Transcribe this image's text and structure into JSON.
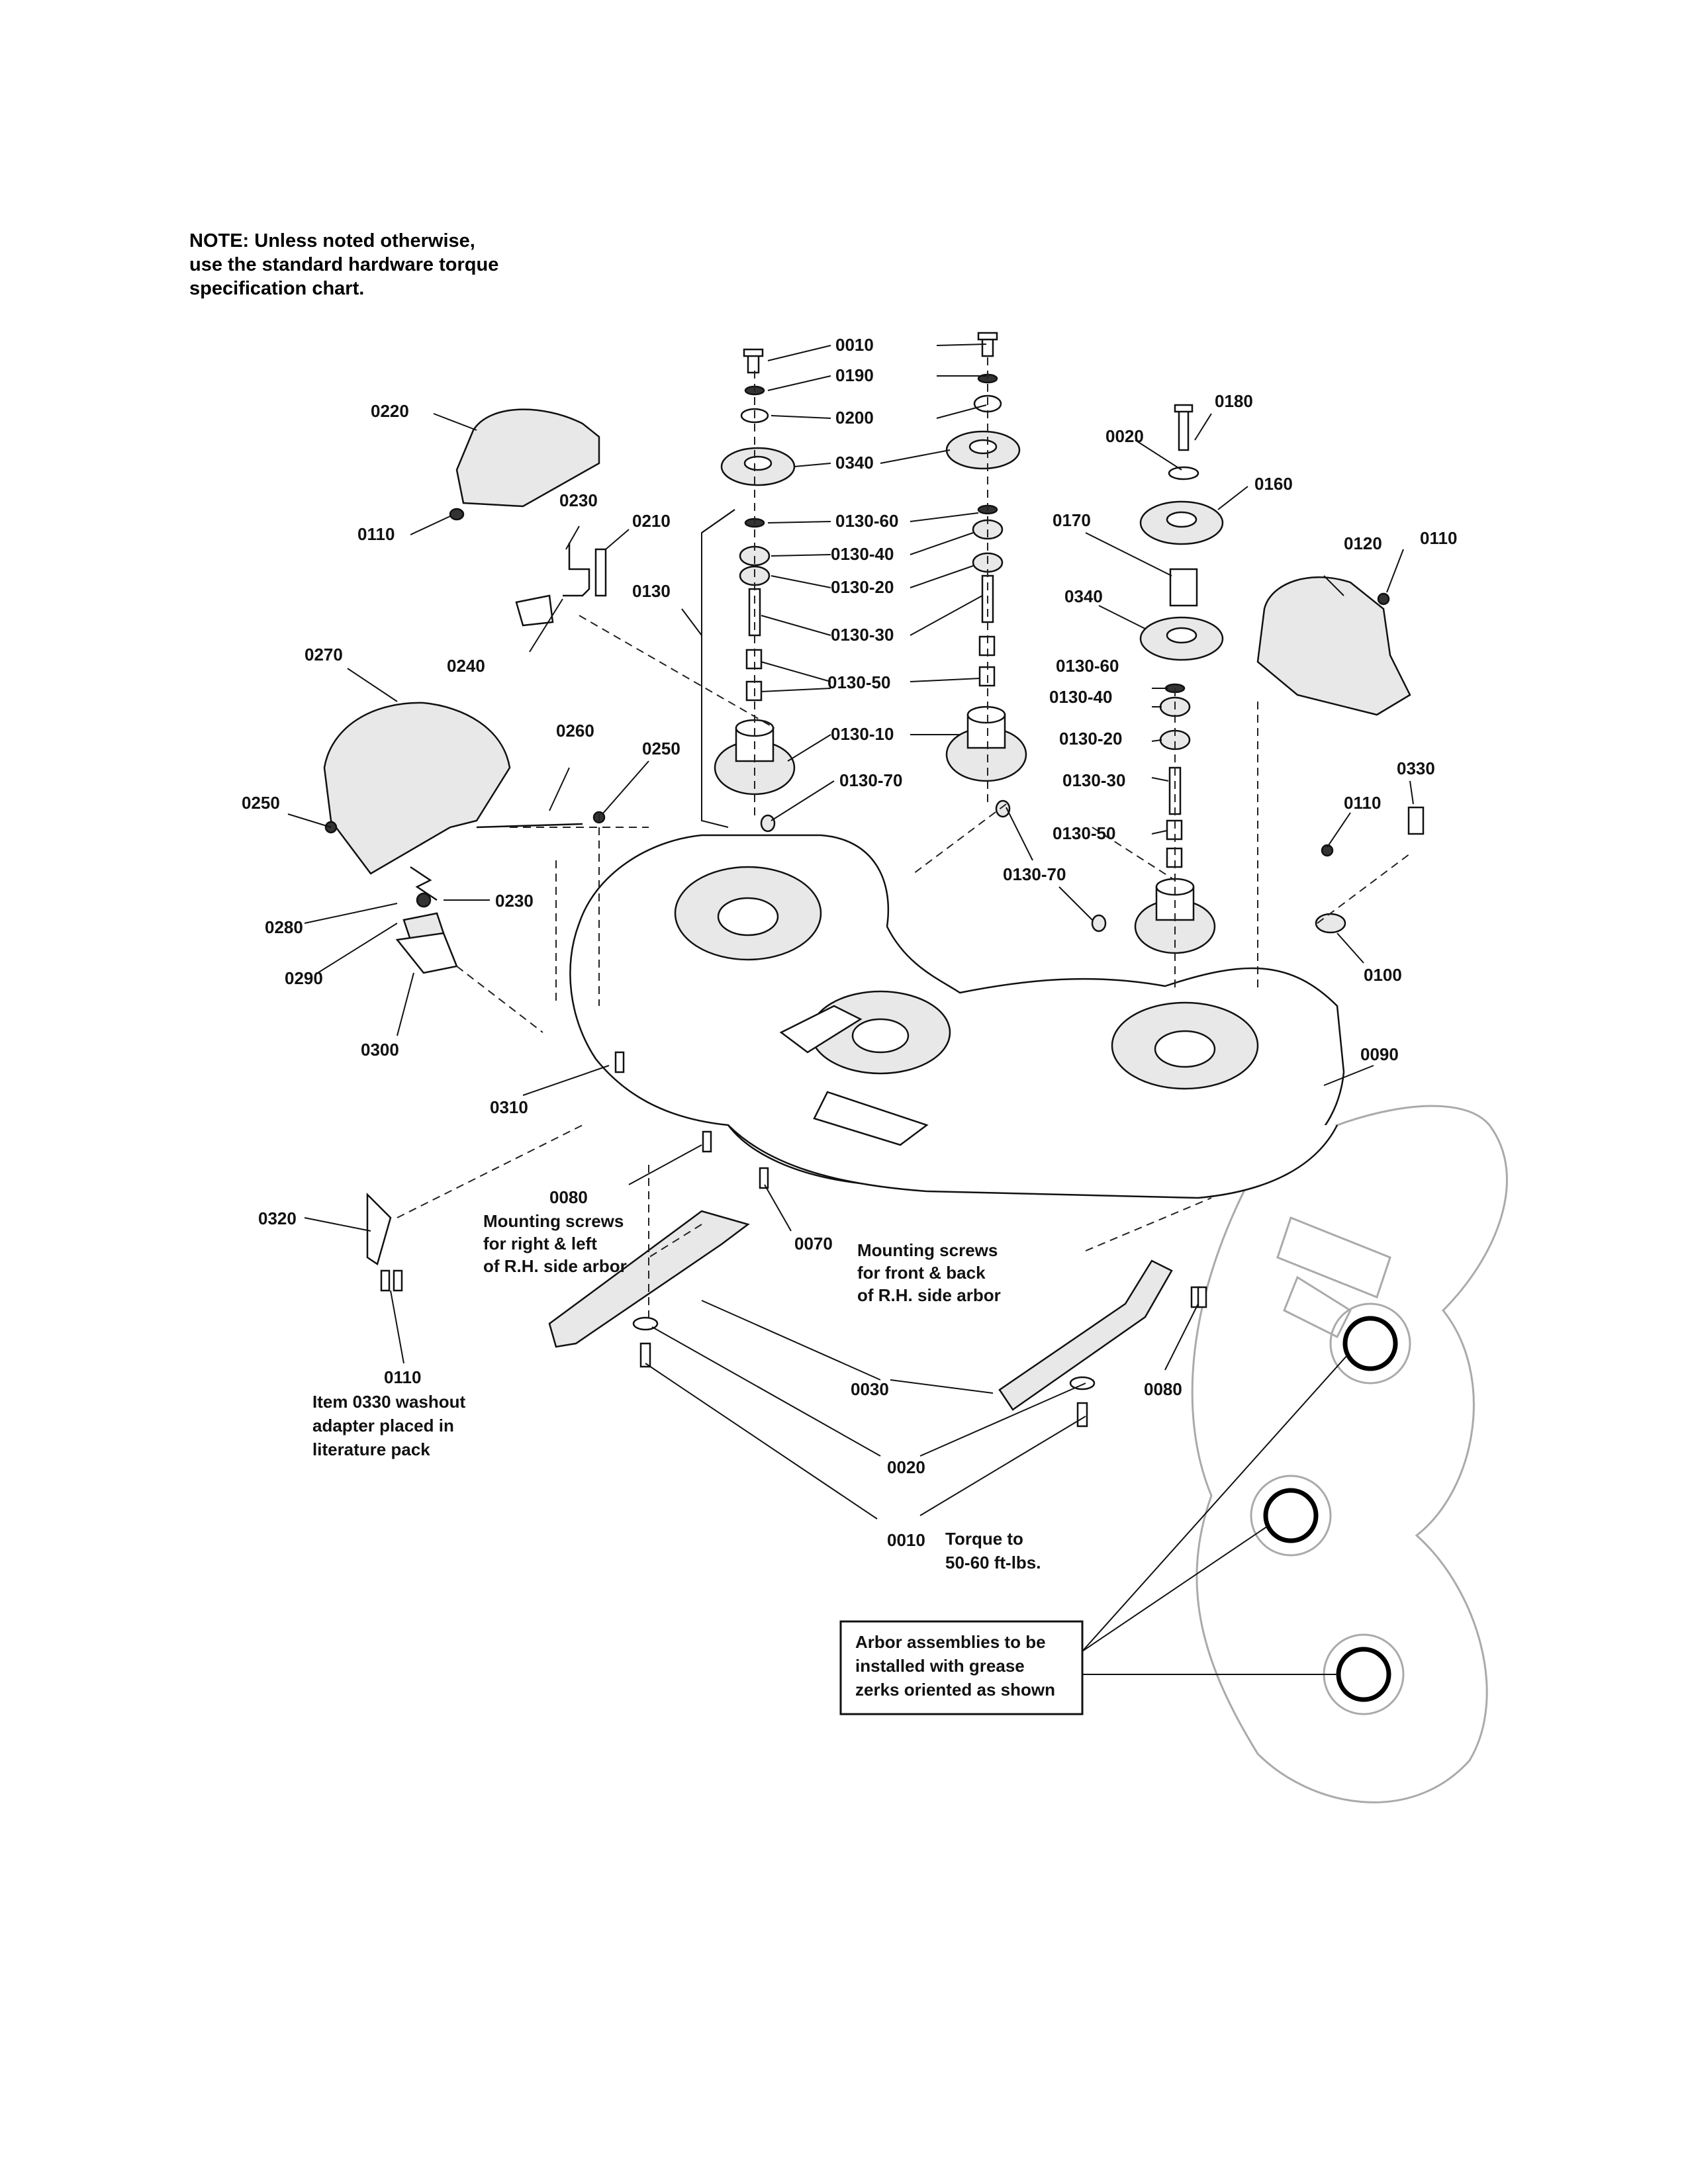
{
  "note": {
    "lines": [
      "NOTE: Unless noted otherwise,",
      "use the standard hardware torque",
      "specification chart."
    ]
  },
  "part_labels": [
    "0010",
    "0190",
    "0200",
    "0340",
    "0130-60",
    "0130-40",
    "0130-20",
    "0130-30",
    "0130-50",
    "0130-10",
    "0130-70",
    "0130-70",
    "0130",
    "0220",
    "0110",
    "0230",
    "0210",
    "0240",
    "0270",
    "0260",
    "0250",
    "0250",
    "0230",
    "0280",
    "0290",
    "0300",
    "0310",
    "0180",
    "0020",
    "0160",
    "0170",
    "0340",
    "0130-60",
    "0130-40",
    "0130-20",
    "0130-30",
    "0130-50",
    "0120",
    "0110",
    "0330",
    "0110",
    "0100",
    "0090",
    "0080",
    "0070",
    "0320",
    "0110",
    "0030",
    "0020",
    "0010",
    "0080"
  ],
  "annotations": {
    "mounting_rl": [
      "Mounting screws",
      "for right & left",
      "of R.H. side arbor"
    ],
    "mounting_fb": [
      "Mounting screws",
      "for front & back",
      "of R.H. side arbor"
    ],
    "washout": [
      "Item 0330 washout",
      "adapter placed in",
      "literature pack"
    ],
    "torque": [
      "Torque to",
      "50-60 ft-lbs."
    ],
    "arbor_box": [
      "Arbor assemblies to be",
      "installed with grease",
      "zerks oriented as shown"
    ]
  },
  "icons": [
    "mower-deck-icon",
    "arbor-assembly-icon",
    "pulley-icon",
    "blade-icon",
    "belt-cover-icon",
    "discharge-chute-icon",
    "bolt-icon",
    "deck-grease-zerk-view-icon"
  ]
}
